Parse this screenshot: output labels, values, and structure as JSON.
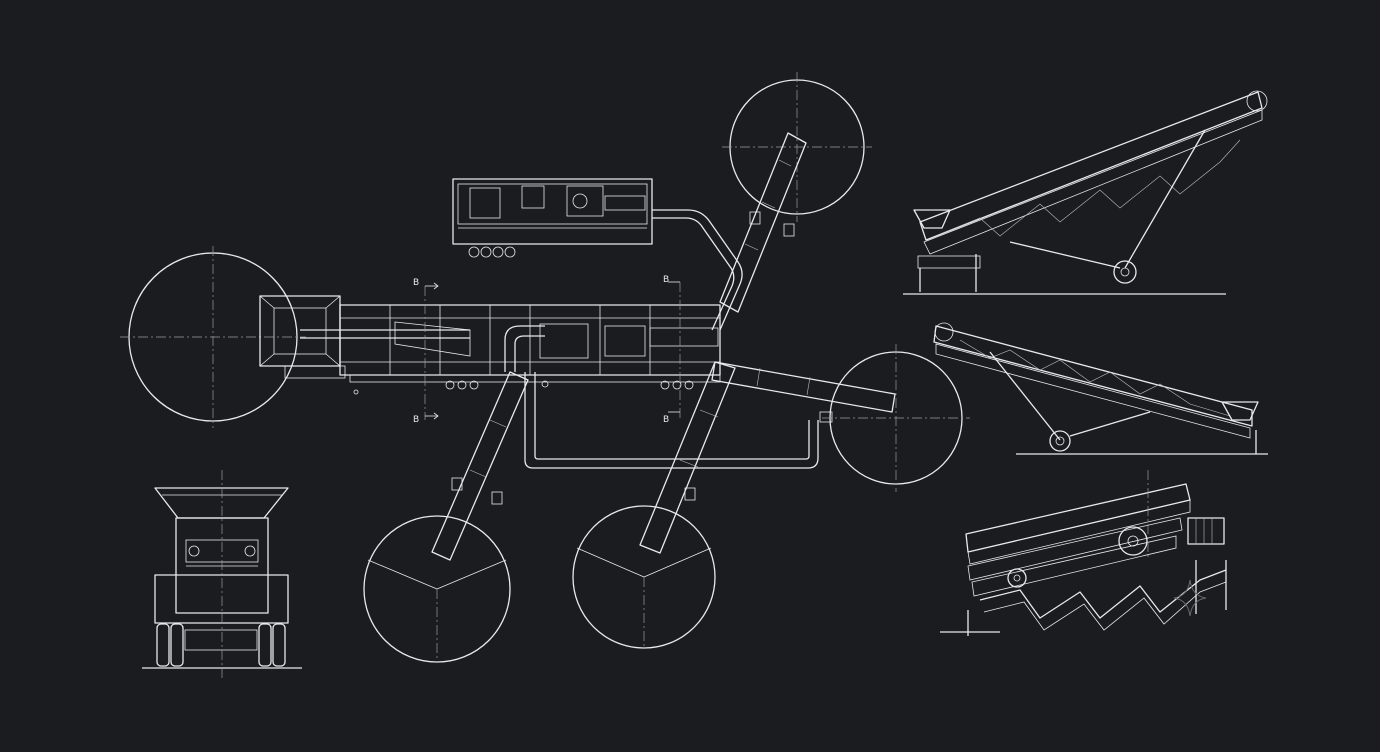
{
  "colors": {
    "background": "#1b1c1f",
    "line": "#e9e9e9"
  },
  "labels": {
    "section_b_top_left": "B",
    "section_b_bottom_left": "B",
    "section_b_top_right": "B",
    "section_b_bottom_right": "B"
  }
}
